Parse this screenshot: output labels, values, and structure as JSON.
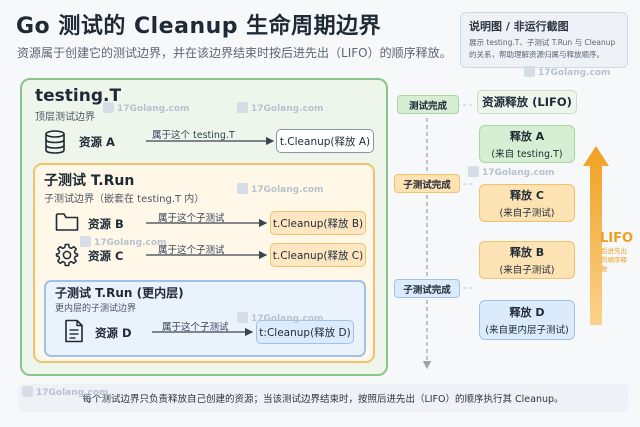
{
  "title": "Go 测试的 Cleanup 生命周期边界",
  "subtitle": "资源属于创建它的测试边界，并在该边界结束时按后进先出（LIFO）的顺序释放。",
  "note": {
    "title": "说明图 / 非运行截图",
    "desc_line1": "展示 testing.T、子测试 T.Run 与 Cleanup",
    "desc_line2": "的关系，帮助理解资源归属与释放顺序。"
  },
  "outer": {
    "title": "testing.T",
    "subtitle": "顶层测试边界",
    "resource": "资源 A",
    "arrow_label": "属于这个 testing.T",
    "cleanup": "t.Cleanup(释放 A)"
  },
  "mid": {
    "title": "子测试 T.Run",
    "subtitle": "子测试边界（嵌套在 testing.T 内）",
    "resource_b": "资源 B",
    "arrow_b": "属于这个子测试",
    "cleanup_b": "t.Cleanup(释放 B)",
    "resource_c": "资源 C",
    "arrow_c": "属于这个子测试",
    "cleanup_c": "t.Cleanup(释放 C)"
  },
  "inner": {
    "title": "子测试 T.Run (更内层)",
    "subtitle": "更内层的子测试边界",
    "resource_d": "资源 D",
    "arrow_d": "属于这个子测试",
    "cleanup_d": "t:Cleanup(释放 D)"
  },
  "phases": {
    "outer": "测试完成",
    "mid": "子测试完成",
    "inner": "子测试完成"
  },
  "release": {
    "header": "资源释放 (LIFO)",
    "items": [
      {
        "line1": "释放 A",
        "line2": "(来自 testing.T)"
      },
      {
        "line1": "释放 C",
        "line2": "(来自子测试)"
      },
      {
        "line1": "释放 B",
        "line2": "(来自子测试)"
      },
      {
        "line1": "释放 D",
        "line2": "(来自更内层子测试)"
      }
    ]
  },
  "lifo": {
    "label": "LIFO",
    "desc": "后进先出的顺序释放"
  },
  "footer": "每个测试边界只负责释放自己创建的资源；当该测试边界结束时，按照后进先出（LIFO）的顺序执行其 Cleanup。",
  "watermark": "17Golang.com",
  "colors": {
    "green": "#8cc38a",
    "orange": "#f0c26b",
    "blue": "#9fc2ea",
    "lifo": "#f0a021"
  }
}
